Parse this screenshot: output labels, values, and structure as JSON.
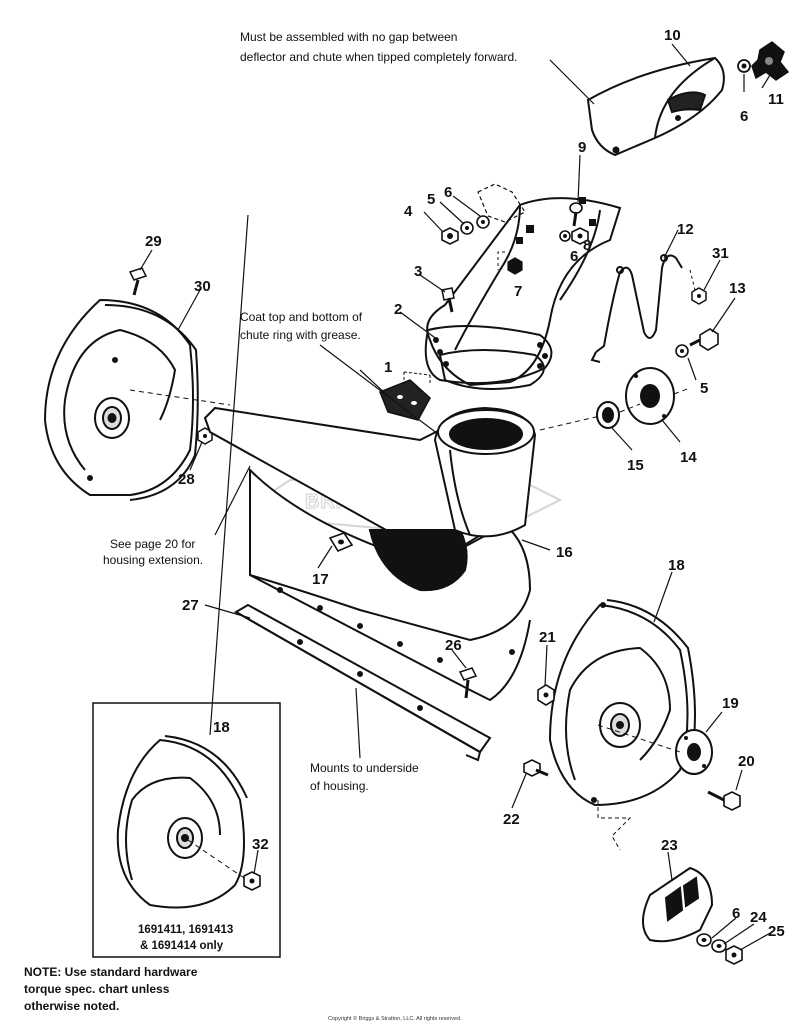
{
  "annotations": {
    "deflector_note_line1": "Must be assembled with no gap between",
    "deflector_note_line2": "deflector and chute when tipped completely forward.",
    "grease_note_line1": "Coat top and bottom of",
    "grease_note_line2": "chute ring with grease.",
    "extension_note_line1": "See page 20 for",
    "extension_note_line2": "housing extension.",
    "mounts_note_line1": "Mounts to underside",
    "mounts_note_line2": "of housing."
  },
  "inset": {
    "caption_line1": "1691411, 1691413",
    "caption_line2": "& 1691414 only"
  },
  "note": {
    "line1": "NOTE: Use standard hardware",
    "line2": "torque spec. chart unless",
    "line3": "otherwise noted."
  },
  "copyright": "Copyright © Briggs & Stratton, LLC. All rights reserved.",
  "watermark": "BRIGGS&STRATTON",
  "parts": {
    "p1": "1",
    "p2": "2",
    "p3": "3",
    "p4": "4",
    "p5a": "5",
    "p5b": "5",
    "p6a": "6",
    "p6b": "6",
    "p6c": "6",
    "p6d": "6",
    "p7": "7",
    "p8": "8",
    "p9": "9",
    "p10": "10",
    "p11": "11",
    "p12": "12",
    "p13": "13",
    "p14": "14",
    "p15": "15",
    "p16": "16",
    "p17": "17",
    "p18a": "18",
    "p18b": "18",
    "p19": "19",
    "p20": "20",
    "p21": "21",
    "p22": "22",
    "p23": "23",
    "p24": "24",
    "p25": "25",
    "p26": "26",
    "p27": "27",
    "p28": "28",
    "p29": "29",
    "p30": "30",
    "p31": "31",
    "p32": "32"
  }
}
